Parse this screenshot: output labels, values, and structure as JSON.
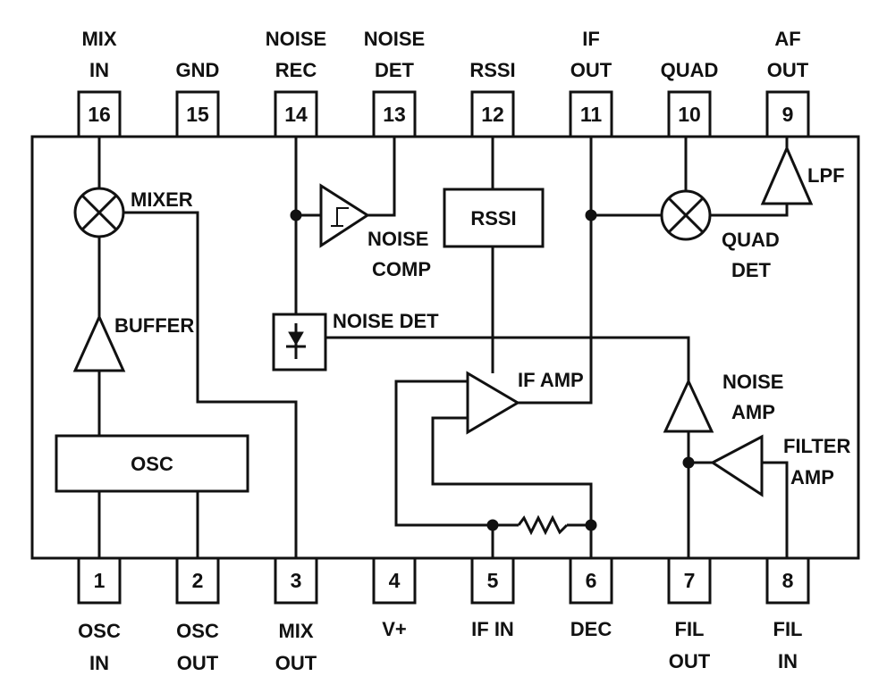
{
  "top_pins": [
    {
      "number": "16",
      "label": [
        "MIX",
        "IN"
      ]
    },
    {
      "number": "15",
      "label": [
        "GND"
      ]
    },
    {
      "number": "14",
      "label": [
        "NOISE",
        "REC"
      ]
    },
    {
      "number": "13",
      "label": [
        "NOISE",
        "DET"
      ]
    },
    {
      "number": "12",
      "label": [
        "RSSI"
      ]
    },
    {
      "number": "11",
      "label": [
        "IF",
        "OUT"
      ]
    },
    {
      "number": "10",
      "label": [
        "QUAD"
      ]
    },
    {
      "number": "9",
      "label": [
        "AF",
        "OUT"
      ]
    }
  ],
  "bottom_pins": [
    {
      "number": "1",
      "label": [
        "OSC",
        "IN"
      ]
    },
    {
      "number": "2",
      "label": [
        "OSC",
        "OUT"
      ]
    },
    {
      "number": "3",
      "label": [
        "MIX",
        "OUT"
      ]
    },
    {
      "number": "4",
      "label": [
        "V+"
      ]
    },
    {
      "number": "5",
      "label": [
        "IF IN"
      ]
    },
    {
      "number": "6",
      "label": [
        "DEC"
      ]
    },
    {
      "number": "7",
      "label": [
        "FIL",
        "OUT"
      ]
    },
    {
      "number": "8",
      "label": [
        "FIL",
        "IN"
      ]
    }
  ],
  "blocks": {
    "mixer": "MIXER",
    "buffer": "BUFFER",
    "osc": "OSC",
    "noise_comp": [
      "NOISE",
      "COMP"
    ],
    "rssi": "RSSI",
    "noise_det": "NOISE DET",
    "if_amp": "IF AMP",
    "quad_det": [
      "QUAD",
      "DET"
    ],
    "lpf": "LPF",
    "noise_amp": [
      "NOISE",
      "AMP"
    ],
    "filter_amp": [
      "FILTER",
      "AMP"
    ]
  },
  "colors": {
    "line": "#111111",
    "background": "#ffffff"
  }
}
